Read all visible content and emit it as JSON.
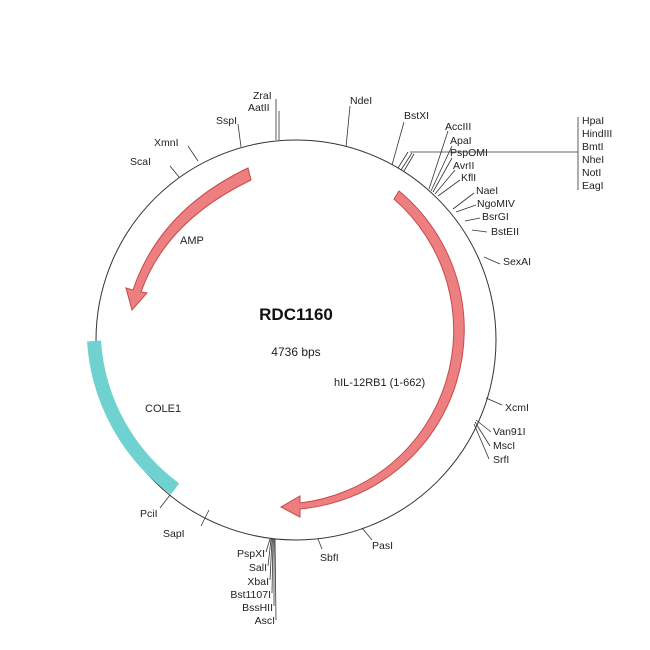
{
  "plasmid": {
    "name": "RDC1160",
    "size_label": "4736 bps",
    "colors": {
      "backbone": "#333333",
      "arrow_fill": "#ee7f80",
      "arrow_stroke": "#c74a4b",
      "cole1": "#6fd2d1"
    }
  },
  "features": [
    {
      "name": "AMP",
      "kind": "arrow"
    },
    {
      "name": "hIL-12RB1 (1-662)",
      "kind": "arrow"
    },
    {
      "name": "COLE1",
      "kind": "block"
    }
  ],
  "sites": {
    "top_left": [
      "ScaI",
      "XmnI",
      "SspI",
      "ZraI",
      "AatII"
    ],
    "top": [
      "NdeI",
      "BstXI"
    ],
    "cluster_right_top": [
      "AccIII",
      "ApaI",
      "PspOMI",
      "AvrII",
      "KflI"
    ],
    "box_right": [
      "HpaI",
      "HindIII",
      "BmtI",
      "NheI",
      "NotI",
      "EagI"
    ],
    "right_mid": [
      "NaeI",
      "NgoMIV",
      "BsrGI",
      "BstEII",
      "SexAI"
    ],
    "right_lower": [
      "XcmI",
      "Van91I",
      "MscI",
      "SrfI"
    ],
    "bottom": [
      "PasI",
      "SbfI"
    ],
    "bottom_stack": [
      "PspXI",
      "SalI",
      "XbaI",
      "Bst1107I",
      "BssHII",
      "AscI"
    ],
    "bottom_left": [
      "SapI",
      "PciI"
    ]
  }
}
